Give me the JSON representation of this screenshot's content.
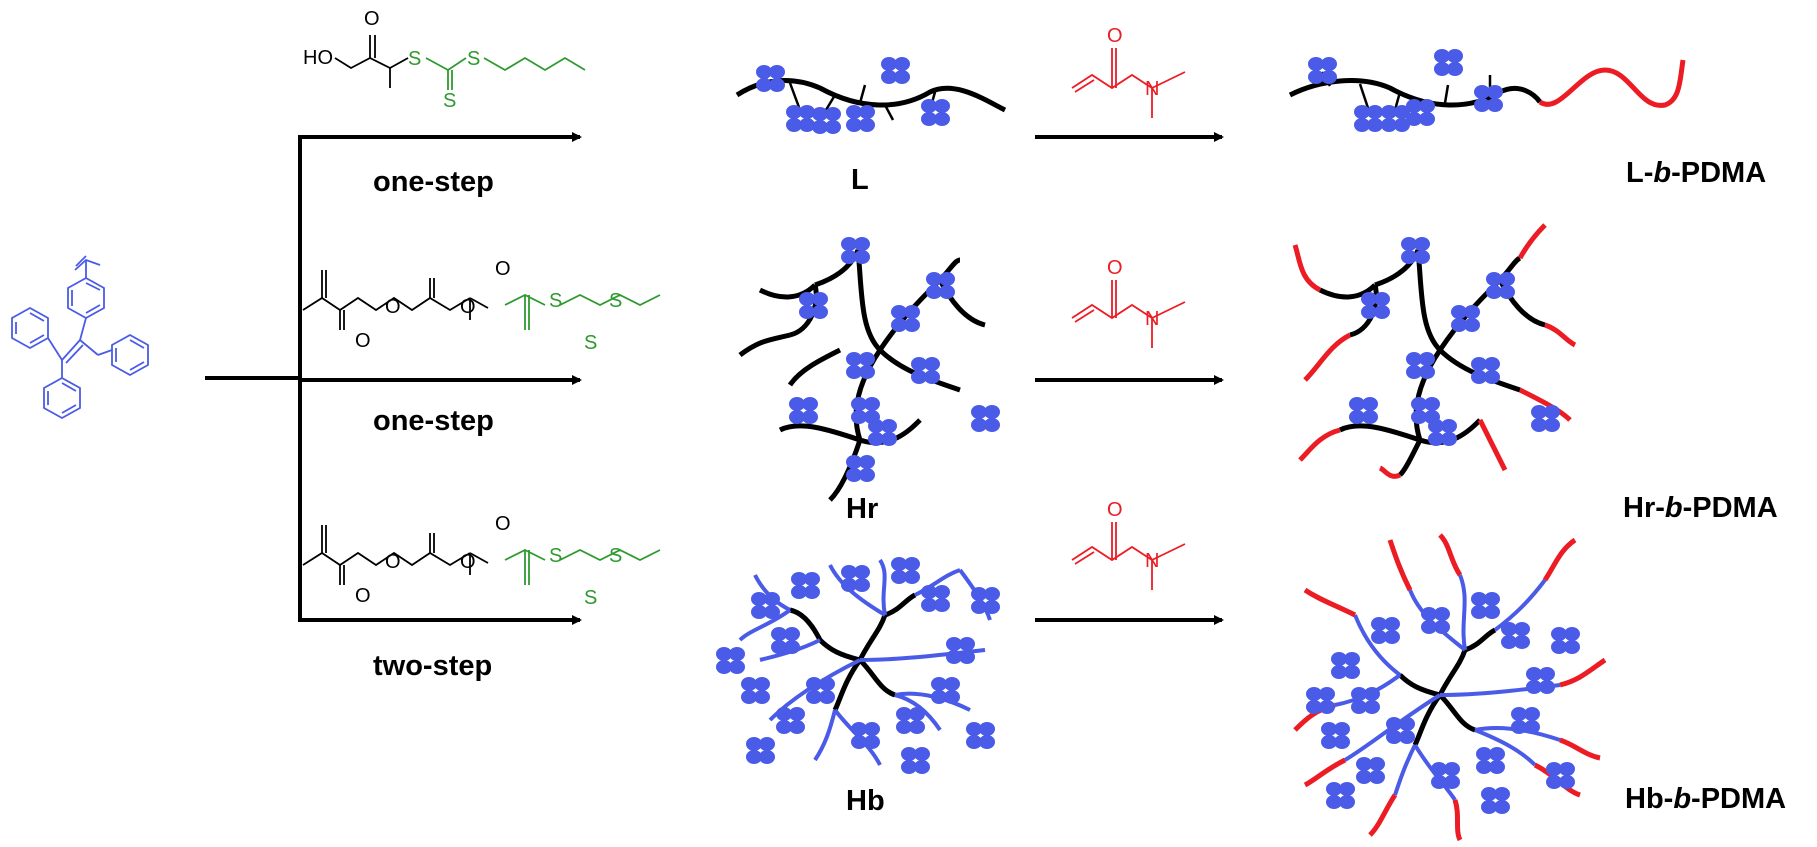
{
  "steps": {
    "row1": "one-step",
    "row2": "one-step",
    "row3": "two-step"
  },
  "polymers": {
    "linear": "L",
    "hyperbranched_random": "Hr",
    "hyperbranched_block": "Hb"
  },
  "products": {
    "linear": {
      "prefix": "L-",
      "italic": "b",
      "suffix": "-PDMA"
    },
    "hyperbranched_random": {
      "prefix": "Hr-",
      "italic": "b",
      "suffix": "-PDMA"
    },
    "hyperbranched_block": {
      "prefix": "Hb-",
      "italic": "b",
      "suffix": "-PDMA"
    }
  },
  "atoms": {
    "oxygen": "O",
    "hydroxyl": "HO",
    "sulfur": "S",
    "nitrogen": "N"
  },
  "colors": {
    "monomer_tpe": "#4a5be8",
    "cta_trithiocarbonate": "#2e9a2e",
    "dma_block": "#ec1c24",
    "backbone": "#000000",
    "tpe_pendant": "#4a5be8"
  }
}
